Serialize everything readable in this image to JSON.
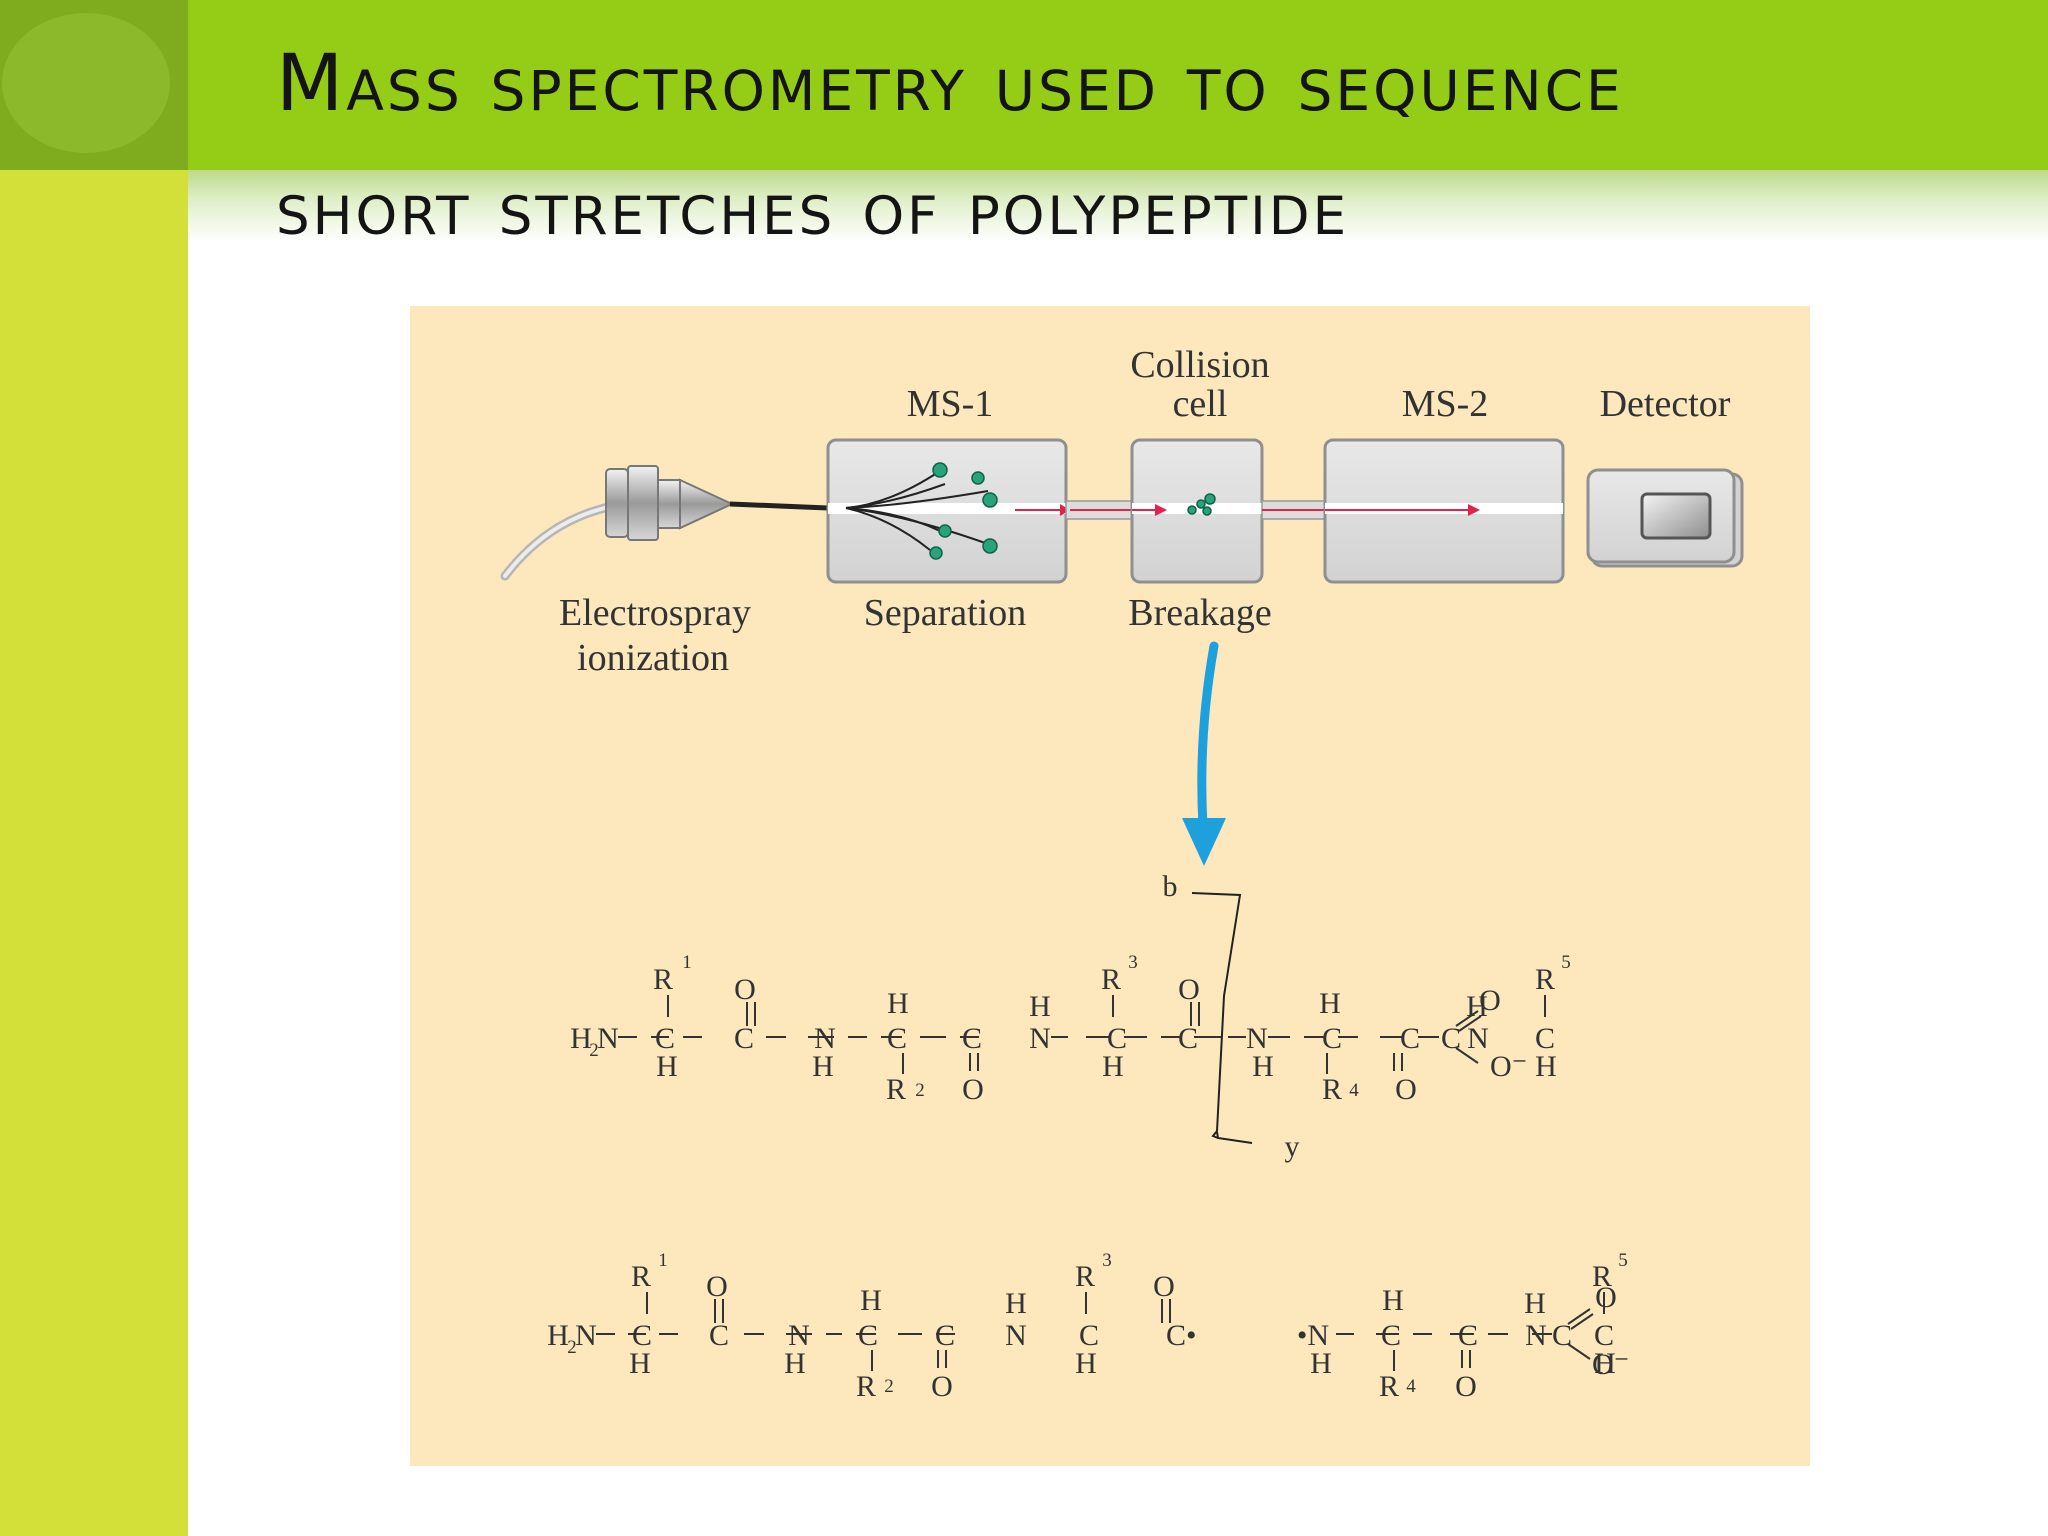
{
  "slide": {
    "title_line1": "Mass spectrometry used to sequence",
    "title_line2": "short stretches of polypeptide"
  },
  "colors": {
    "left_bar": "#d4e03a",
    "title_bar": "#94cc16",
    "figure_background": "#fde8bd",
    "arrow": "#1ea0dc",
    "ion_path": "#e2234e",
    "ion_dots": "#2aa37c"
  },
  "diagram": {
    "labels": {
      "ms1": "MS-1",
      "collision_line1": "Collision",
      "collision_line2": "cell",
      "ms2": "MS-2",
      "detector": "Detector",
      "electrospray_line1": "Electrospray",
      "electrospray_line2": "ionization",
      "separation": "Separation",
      "breakage": "Breakage"
    },
    "cleavage": {
      "b_label": "b",
      "y_label": "y"
    },
    "chem": {
      "h2n": "H",
      "h2n_sub": "2",
      "h2n_n": "N",
      "c": "C",
      "n": "N",
      "h": "H",
      "o": "O",
      "r": "R",
      "r1_sup": "1",
      "r2_sup": "2",
      "r3_sup": "3",
      "r4_sup": "4",
      "r5_sup": "5",
      "c_radical": "C•",
      "n_radical": "•N",
      "o_minus": "O⁻"
    }
  }
}
